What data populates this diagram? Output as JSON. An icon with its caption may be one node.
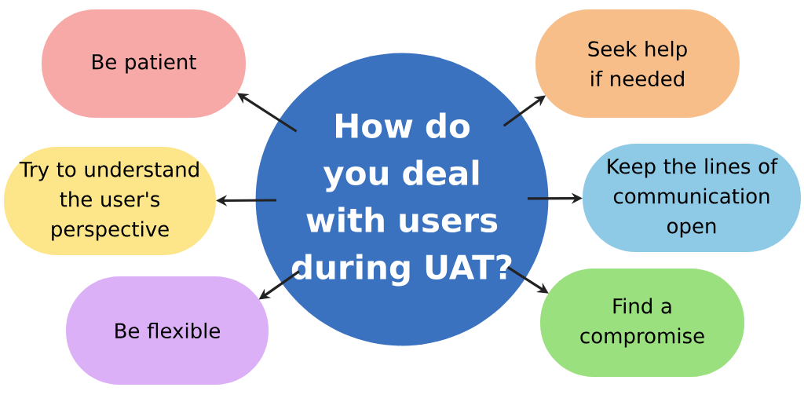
{
  "diagram": {
    "nodes": [
      {
        "text": [
          "How do you deal with users during UAT?"
        ]
      },
      {
        "text": [
          "Be patient"
        ]
      },
      {
        "text": [
          "Seek help if needed"
        ]
      },
      {
        "text": [
          "Try to understand the user's perspective"
        ]
      },
      {
        "text": [
          "Keep the lines of communication open"
        ]
      },
      {
        "text": [
          "Be flexible"
        ]
      },
      {
        "text": [
          "Find a compromise"
        ]
      }
    ],
    "edges": [
      {
        "from": 0,
        "to": 1,
        "arrow": "to"
      },
      {
        "from": 0,
        "to": 2,
        "arrow": "to"
      },
      {
        "from": 0,
        "to": 3,
        "arrow": "to"
      },
      {
        "from": 0,
        "to": 4,
        "arrow": "to"
      },
      {
        "from": 0,
        "to": 5,
        "arrow": "to"
      },
      {
        "from": 0,
        "to": 6,
        "arrow": "to"
      }
    ]
  }
}
